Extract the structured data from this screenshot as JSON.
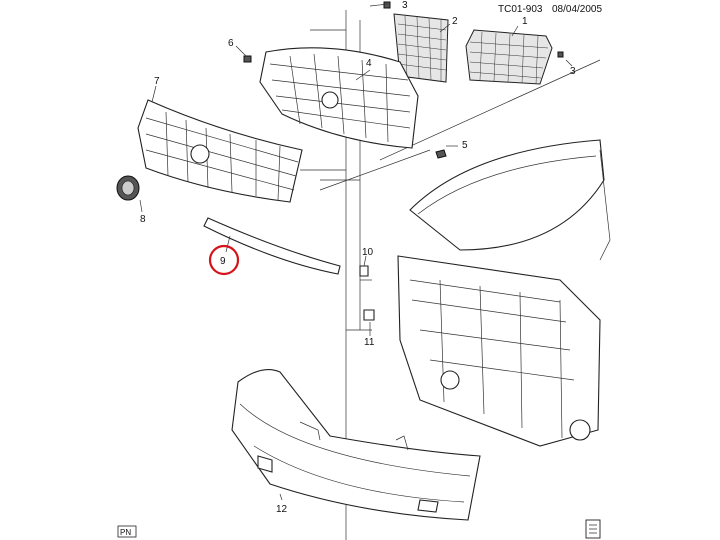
{
  "header": {
    "code": "TC01-903",
    "date": "08/04/2005"
  },
  "callouts": [
    {
      "id": "callout-1",
      "text": "1"
    },
    {
      "id": "callout-2",
      "text": "2"
    },
    {
      "id": "callout-3a",
      "text": "3"
    },
    {
      "id": "callout-3b",
      "text": "3"
    },
    {
      "id": "callout-4",
      "text": "4"
    },
    {
      "id": "callout-5",
      "text": "5"
    },
    {
      "id": "callout-6",
      "text": "6"
    },
    {
      "id": "callout-7",
      "text": "7"
    },
    {
      "id": "callout-8",
      "text": "8"
    },
    {
      "id": "callout-9",
      "text": "9"
    },
    {
      "id": "callout-10",
      "text": "10"
    },
    {
      "id": "callout-11",
      "text": "11"
    },
    {
      "id": "callout-12",
      "text": "12"
    }
  ],
  "highlight": {
    "target": "callout-9",
    "color": "#d4141b"
  },
  "footer": {
    "badge_left": "PN"
  }
}
